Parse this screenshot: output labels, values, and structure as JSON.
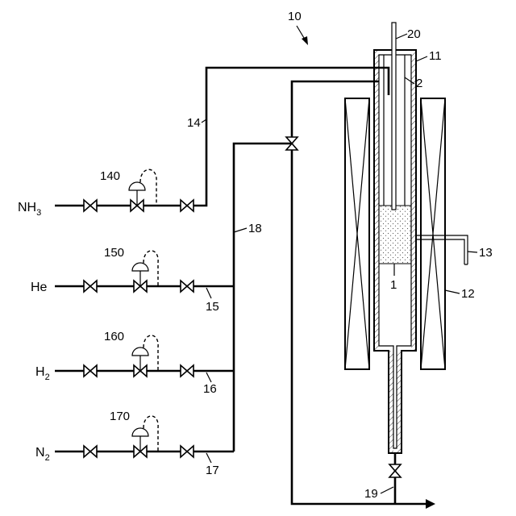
{
  "figure": {
    "reference": "10"
  },
  "labels": {
    "tube": "2",
    "catalyst": "1",
    "vessel": "11",
    "heater": "12",
    "outlet_tube": "13",
    "nh3_line": "14",
    "he_line": "15",
    "h2_line": "16",
    "n2_line": "17",
    "manifold": "18",
    "exhaust_line": "19",
    "thermocouple": "20",
    "nh3_controller": "140",
    "he_controller": "150",
    "h2_controller": "160",
    "n2_controller": "170"
  },
  "gases": {
    "nh3": {
      "base": "NH",
      "sub": "3"
    },
    "he": {
      "base": "He",
      "sub": ""
    },
    "h2": {
      "base": "H",
      "sub": "2"
    },
    "n2": {
      "base": "N",
      "sub": "2"
    }
  }
}
